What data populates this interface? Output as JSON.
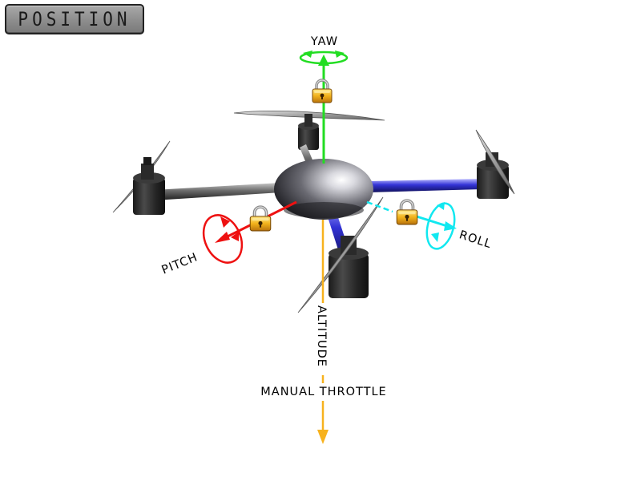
{
  "mode": {
    "label": "POSITION"
  },
  "axes": {
    "yaw": {
      "label": "YAW",
      "color": "#22dd22",
      "locked": true
    },
    "pitch": {
      "label": "PITCH",
      "color": "#ee1111",
      "locked": true
    },
    "roll": {
      "label": "ROLL",
      "color": "#11e8f0",
      "locked": true
    },
    "altitude": {
      "label": "ALTITUDE",
      "color": "#f7b21e"
    },
    "throttle": {
      "label": "MANUAL THROTTLE",
      "color": "#f7b21e"
    }
  },
  "icons": {
    "lock": "lock-icon",
    "rotation": "rotation-arrow-icon"
  }
}
